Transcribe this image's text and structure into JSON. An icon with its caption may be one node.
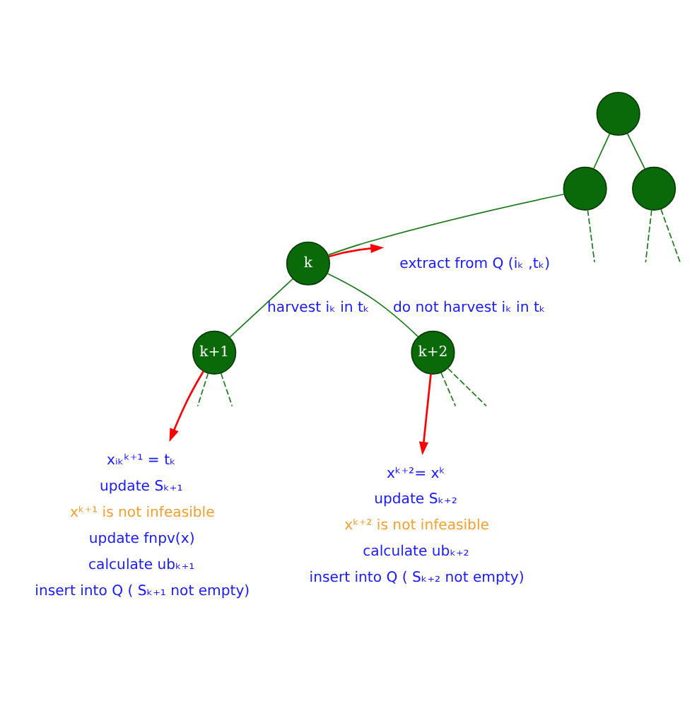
{
  "diagram": {
    "nodes": [
      {
        "text": [],
        "shape": "circle"
      },
      {
        "text": [],
        "shape": "circle"
      },
      {
        "text": [],
        "shape": "circle"
      },
      {
        "text": [
          "k"
        ]
      },
      {
        "text": [
          "extract from Q (iₖ ,tₖ)"
        ]
      },
      {
        "text": [
          "k+1"
        ]
      },
      {
        "text": [
          "k+2"
        ]
      },
      {
        "text": [
          "xᵢₖᵏ⁺¹ = tₖ",
          "update Sₖ₊₁",
          "xᵏ⁺¹ is not infeasible",
          "update fnpv(x)",
          "calculate ubₖ₊₁",
          "insert into Q ( Sₖ₊₁ not empty)"
        ]
      },
      {
        "text": [
          "xᵏ⁺²= xᵏ",
          "update Sₖ₊₂",
          "xᵏ⁺² is not infeasible",
          "calculate ubₖ₊₂",
          "insert into Q ( Sₖ₊₂ not empty)"
        ]
      }
    ],
    "edges": [
      {
        "from": 0,
        "to": 1,
        "arrow": "none"
      },
      {
        "from": 0,
        "to": 2,
        "arrow": "none"
      },
      {
        "from": 1,
        "to": null,
        "arrow": "none",
        "style": "dashed"
      },
      {
        "from": 1,
        "to": 3,
        "arrow": "none"
      },
      {
        "from": 2,
        "to": null,
        "arrow": "none",
        "style": "dashed"
      },
      {
        "from": 2,
        "to": null,
        "arrow": "none",
        "style": "dashed"
      },
      {
        "from": 3,
        "to": 4,
        "arrow": "to",
        "color": "#ff0000"
      },
      {
        "from": 3,
        "to": 5,
        "arrow": "none",
        "label": "harvest iₖ in tₖ"
      },
      {
        "from": 3,
        "to": 6,
        "arrow": "none",
        "label": "do not harvest iₖ in tₖ"
      },
      {
        "from": 5,
        "to": 7,
        "arrow": "to",
        "color": "#ff0000"
      },
      {
        "from": 5,
        "to": null,
        "arrow": "none",
        "style": "dashed"
      },
      {
        "from": 5,
        "to": null,
        "arrow": "none",
        "style": "dashed"
      },
      {
        "from": 6,
        "to": null,
        "arrow": "none",
        "style": "dashed"
      },
      {
        "from": 6,
        "to": null,
        "arrow": "none",
        "style": "dashed"
      },
      {
        "from": 6,
        "to": 8,
        "arrow": "to",
        "color": "#ff0000"
      }
    ]
  }
}
